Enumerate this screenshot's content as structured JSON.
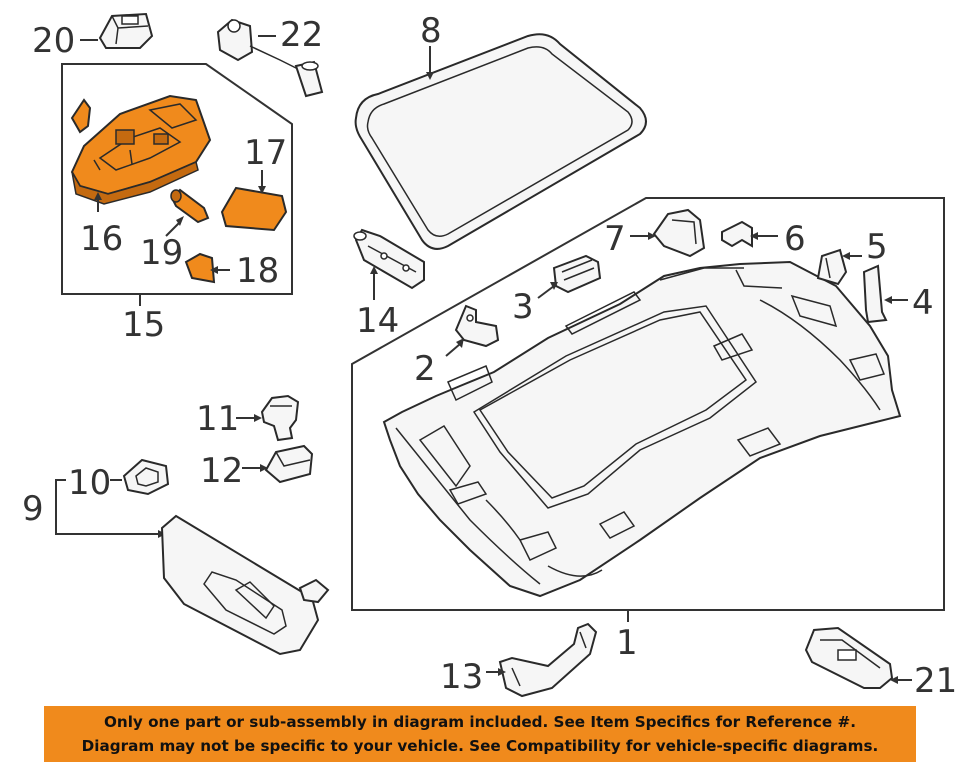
{
  "colors": {
    "highlight": "#f08a1c",
    "line": "#333333",
    "banner_bg": "#f08a1c"
  },
  "callouts": {
    "c1": "1",
    "c2": "2",
    "c3": "3",
    "c4": "4",
    "c5": "5",
    "c6": "6",
    "c7": "7",
    "c8": "8",
    "c9": "9",
    "c10": "10",
    "c11": "11",
    "c12": "12",
    "c13": "13",
    "c14": "14",
    "c15": "15",
    "c16": "16",
    "c17": "17",
    "c18": "18",
    "c19": "19",
    "c20": "20",
    "c21": "21",
    "c22": "22"
  },
  "banner": {
    "line1": "Only one part or sub-assembly in diagram included. See Item Specifics for Reference #.",
    "line2": "Diagram may not be specific to your vehicle. See Compatibility for vehicle-specific diagrams."
  }
}
